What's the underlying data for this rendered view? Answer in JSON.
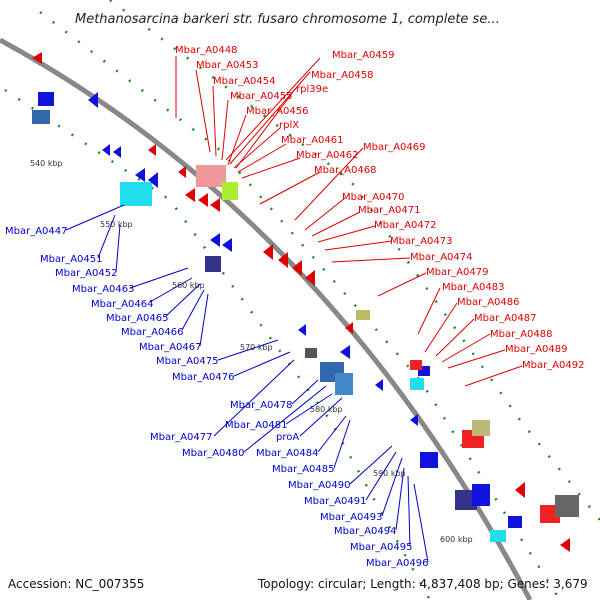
{
  "title": "Methanosarcina barkeri str. fusaro chromosome 1, complete se...",
  "footer": {
    "accession": "Accession: NC_007355",
    "topology": "Topology: circular; Length: 4,837,408 bp; Genes: 3,679"
  },
  "colors": {
    "forward": "#dd0000",
    "reverse": "#0000dd",
    "backbone": "#888888"
  },
  "kbp_marks": [
    "540 kbp",
    "550 kbp",
    "560 kbp",
    "570 kbp",
    "580 kbp",
    "590 kbp",
    "600 kbp"
  ],
  "red_labels": [
    "Mbar_A0448",
    "Mbar_A0453",
    "Mbar_A0454",
    "Mbar_A0455",
    "Mbar_A0456",
    "rplX",
    "Mbar_A0461",
    "Mbar_A0462",
    "Mbar_A0468",
    "Mbar_A0459",
    "Mbar_A0458",
    "rpl39e",
    "Mbar_A0469",
    "Mbar_A0470",
    "Mbar_A0471",
    "Mbar_A0472",
    "Mbar_A0473",
    "Mbar_A0474",
    "Mbar_A0479",
    "Mbar_A0483",
    "Mbar_A0486",
    "Mbar_A0487",
    "Mbar_A0488",
    "Mbar_A0489",
    "Mbar_A0492"
  ],
  "blue_labels": [
    "Mbar_A0447",
    "Mbar_A0451",
    "Mbar_A0452",
    "Mbar_A0463",
    "Mbar_A0464",
    "Mbar_A0465",
    "Mbar_A0466",
    "Mbar_A0467",
    "Mbar_A0475",
    "Mbar_A0476",
    "Mbar_A0478",
    "Mbar_A0477",
    "Mbar_A0481",
    "Mbar_A0480",
    "proA",
    "Mbar_A0484",
    "Mbar_A0485",
    "Mbar_A0490",
    "Mbar_A0491",
    "Mbar_A0493",
    "Mbar_A0494",
    "Mbar_A0495",
    "Mbar_A0496"
  ]
}
